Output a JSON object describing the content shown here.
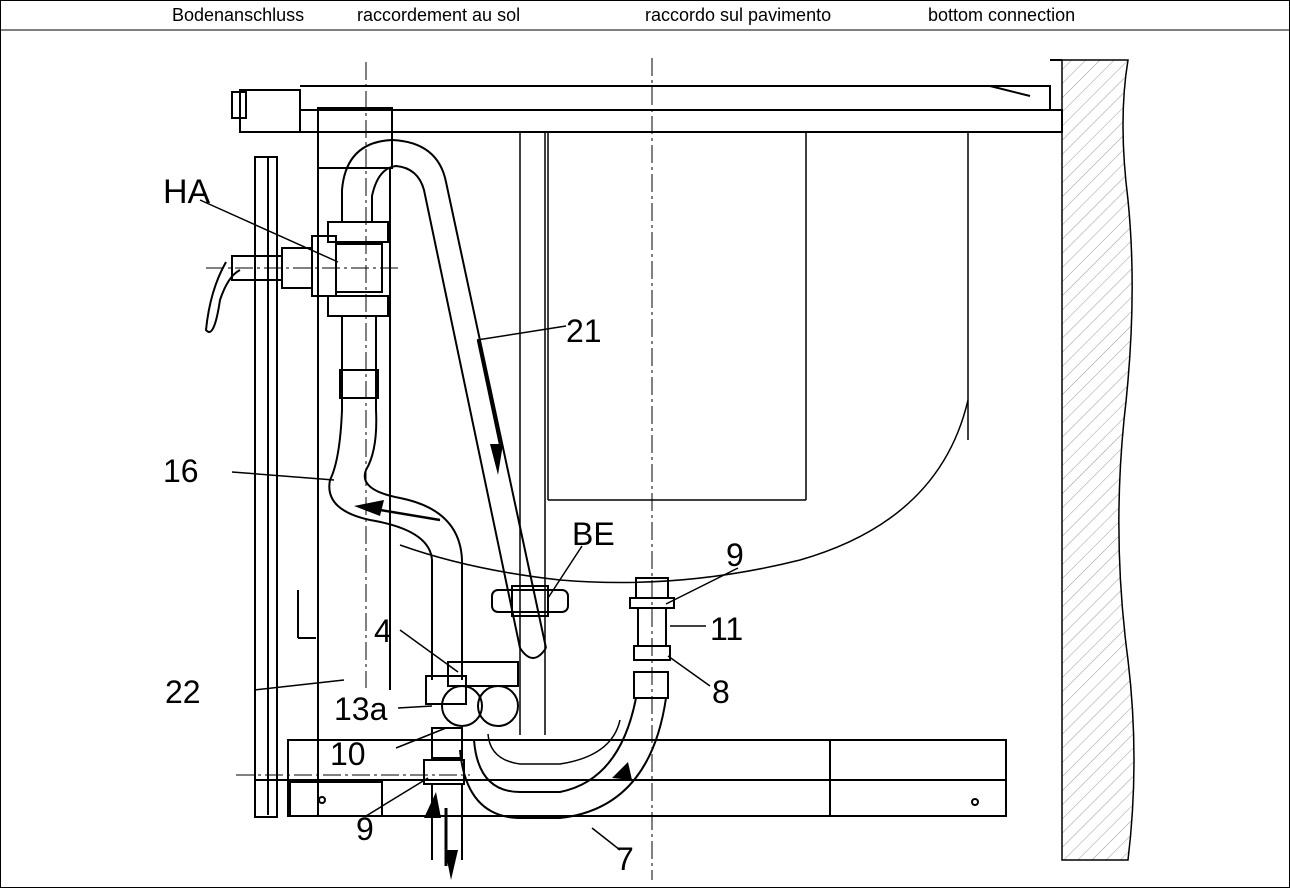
{
  "header": {
    "de": "Bodenanschluss",
    "fr": "raccordement au sol",
    "it": "raccordo sul pavimento",
    "en": "bottom connection"
  },
  "labels": {
    "HA": "HA",
    "n21": "21",
    "n16": "16",
    "BE": "BE",
    "n9_top": "9",
    "n11": "11",
    "n4": "4",
    "n8": "8",
    "n22": "22",
    "n13a": "13a",
    "n10": "10",
    "n9_bottom": "9",
    "n7": "7"
  }
}
